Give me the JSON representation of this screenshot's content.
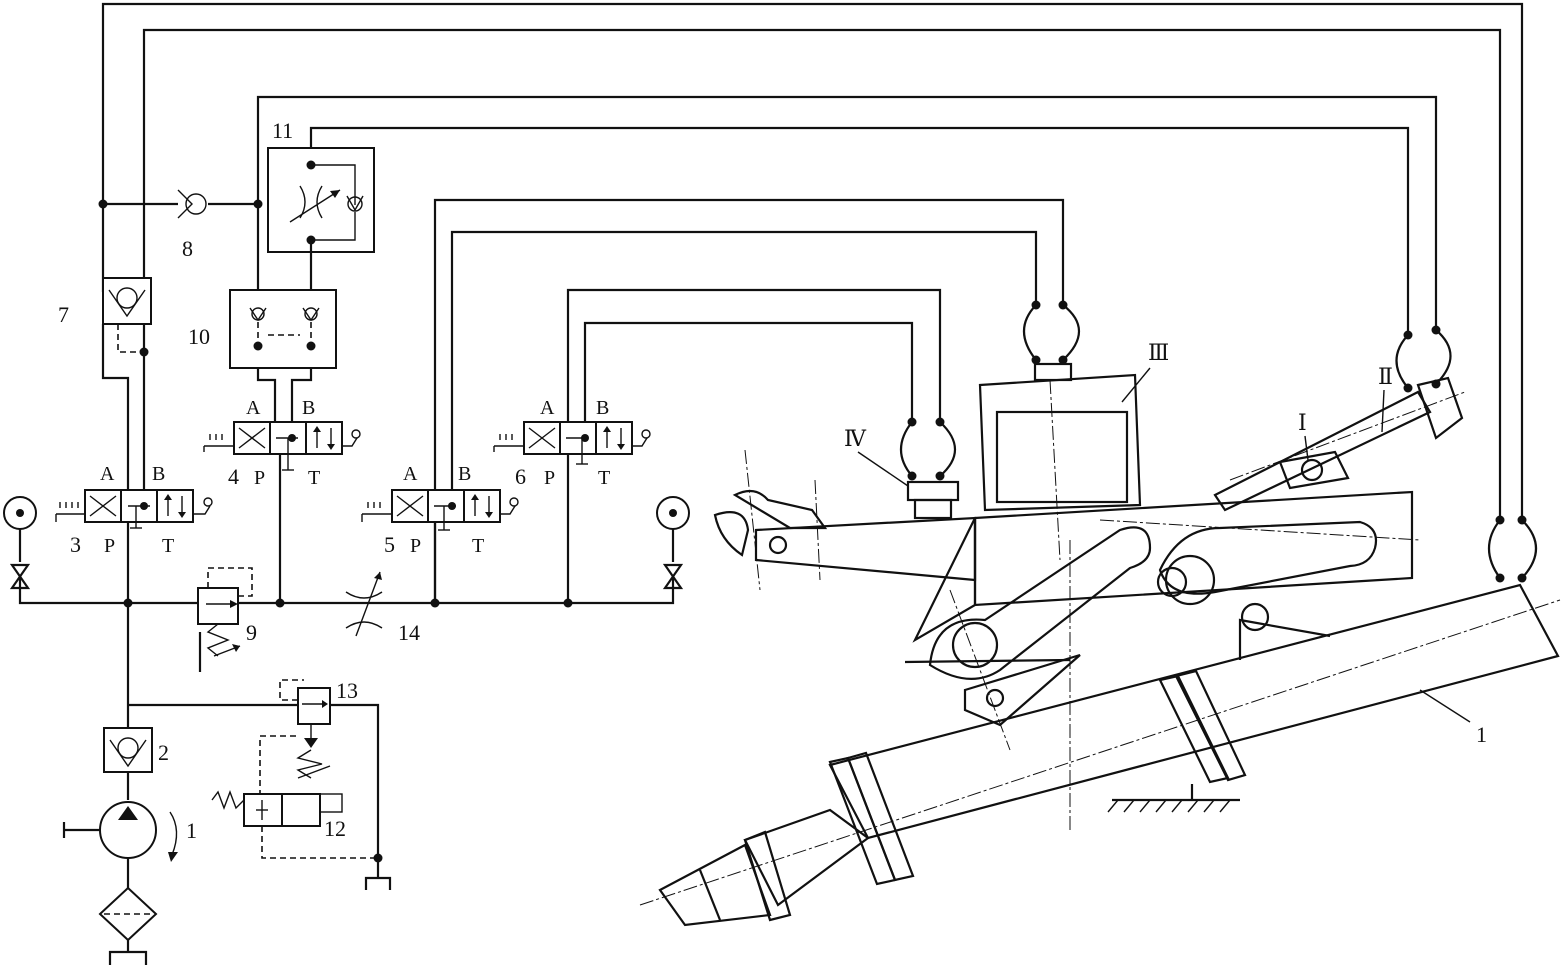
{
  "labels": {
    "pump": "1",
    "check2": "2",
    "valve3": "3",
    "valve4": "4",
    "valve5": "5",
    "valve6": "6",
    "check7": "7",
    "check8": "8",
    "relief9": "9",
    "lock10": "10",
    "throttle11": "11",
    "solenoid12": "12",
    "relief13": "13",
    "throttle14": "14",
    "drill_body": "1",
    "cyl_I": "Ⅰ",
    "cyl_II": "Ⅱ",
    "cyl_III": "Ⅲ",
    "cyl_IV": "Ⅳ"
  },
  "ports": {
    "A": "A",
    "B": "B",
    "P": "P",
    "T": "T"
  },
  "colors": {
    "line": "#111111",
    "background": "#ffffff"
  }
}
